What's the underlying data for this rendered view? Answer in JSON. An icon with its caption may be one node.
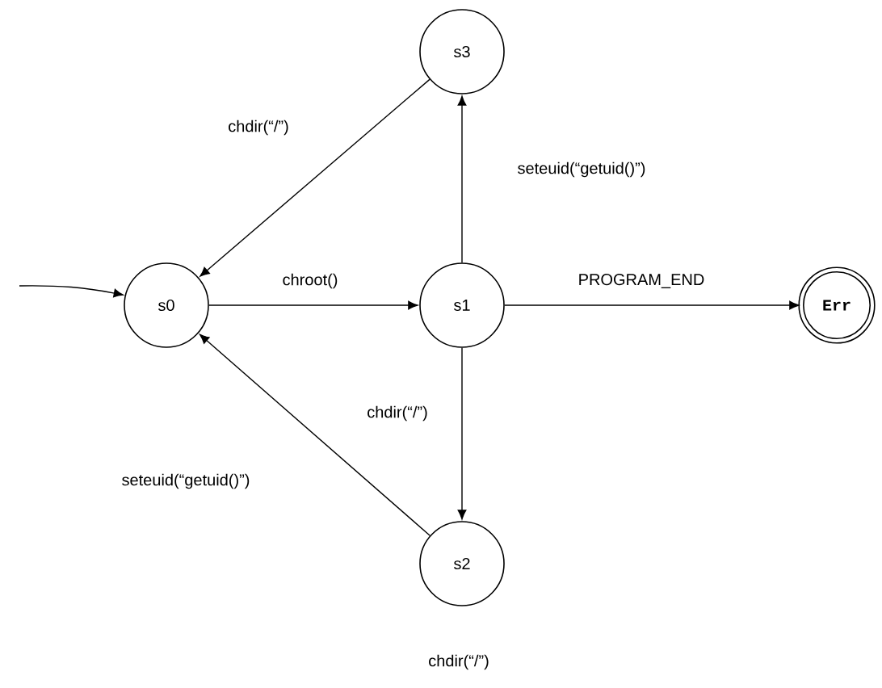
{
  "diagram": {
    "nodes": [
      {
        "text": [
          "s0"
        ]
      },
      {
        "text": [
          "s3"
        ]
      },
      {
        "text": [
          "s1"
        ]
      },
      {
        "text": [
          "s2"
        ]
      },
      {
        "text": [
          "Err"
        ]
      }
    ],
    "edges": [
      {
        "from": null,
        "to": 0,
        "arrow": "to"
      },
      {
        "from": 1,
        "to": 0,
        "arrow": "to",
        "label": "chdir(“/”)"
      },
      {
        "from": 0,
        "to": 2,
        "arrow": "to",
        "label": "chroot()"
      },
      {
        "from": 2,
        "to": 1,
        "arrow": "to",
        "label": "seteuid(“getuid()”)"
      },
      {
        "from": 2,
        "to": 4,
        "arrow": "to",
        "label": "PROGRAM_END"
      },
      {
        "from": 2,
        "to": 3,
        "arrow": "to",
        "label": "chdir(“/”)"
      },
      {
        "from": 3,
        "to": 0,
        "arrow": "to",
        "label": "seteuid(“getuid()”)"
      }
    ],
    "labels": [
      "chdir(“/”)"
    ]
  }
}
